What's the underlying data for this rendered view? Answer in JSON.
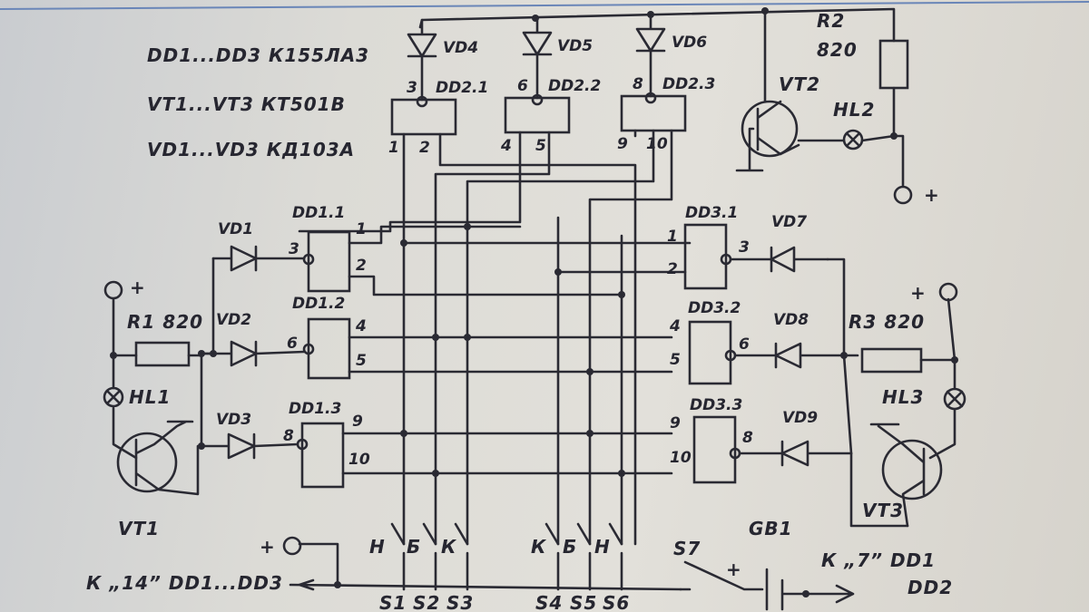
{
  "parts": {
    "dd_line": "DD1...DD3  К155ЛА3",
    "vt_line": "VT1...VT3  КТ501В",
    "vd_line": "VD1...VD3  КД103А"
  },
  "components": {
    "vd1": "VD1",
    "vd2": "VD2",
    "vd3": "VD3",
    "vd4": "VD4",
    "vd5": "VD5",
    "vd6": "VD6",
    "vd7": "VD7",
    "vd8": "VD8",
    "vd9": "VD9",
    "dd1_1": "DD1.1",
    "dd1_2": "DD1.2",
    "dd1_3": "DD1.3",
    "dd2_1": "DD2.1",
    "dd2_2": "DD2.2",
    "dd2_3": "DD2.3",
    "dd3_1": "DD3.1",
    "dd3_2": "DD3.2",
    "dd3_3": "DD3.3",
    "r1": "R1 820",
    "r2": "R2",
    "r2_val": "820",
    "r3": "R3 820",
    "hl1": "HL1",
    "hl2": "HL2",
    "hl3": "HL3",
    "vt1": "VT1",
    "vt2": "VT2",
    "vt3": "VT3",
    "gb1": "GB1",
    "s7": "S7"
  },
  "pins": {
    "dd1_1": [
      "3",
      "1",
      "2"
    ],
    "dd1_2": [
      "6",
      "4",
      "5"
    ],
    "dd1_3": [
      "8",
      "9",
      "10"
    ],
    "dd2_1": [
      "3",
      "1",
      "2"
    ],
    "dd2_2": [
      "6",
      "4",
      "5"
    ],
    "dd2_3": [
      "8",
      "9",
      "10"
    ],
    "dd3_1": [
      "1",
      "2",
      "3"
    ],
    "dd3_2": [
      "4",
      "5",
      "6"
    ],
    "dd3_3": [
      "9",
      "10",
      "8"
    ]
  },
  "switches": {
    "left_letters": [
      "Н",
      "Б",
      "К"
    ],
    "right_letters": [
      "К",
      "Б",
      "Н"
    ],
    "left_names": [
      "S1",
      "S2",
      "S3"
    ],
    "right_names": [
      "S4",
      "S5",
      "S6"
    ]
  },
  "power": {
    "plus": "+",
    "bottom_left": "К „14” DD1...DD3",
    "bottom_right": "К „7” DD1",
    "bottom_right2": "DD2"
  }
}
